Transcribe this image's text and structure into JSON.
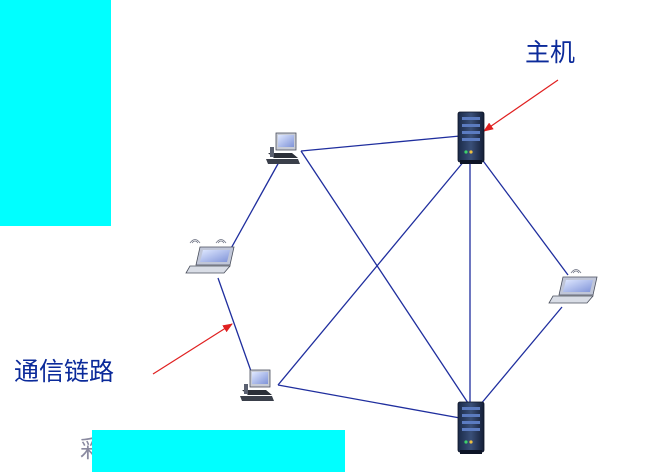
{
  "labels": {
    "host": "主机",
    "link": "通信链路",
    "edge_glyph": "彩"
  },
  "colors": {
    "background": "#ffffff",
    "cyan": "#00ffff",
    "link_line": "#1f2e9e",
    "annotation_arrow": "#e02020",
    "label_text": "#0b2a9a"
  },
  "nodes": [
    {
      "id": "desktop-top",
      "kind": "desktop-icon"
    },
    {
      "id": "laptop-left",
      "kind": "laptop-icon"
    },
    {
      "id": "desktop-bottom",
      "kind": "desktop-icon"
    },
    {
      "id": "server-top",
      "kind": "server-icon"
    },
    {
      "id": "server-bottom",
      "kind": "server-icon"
    },
    {
      "id": "laptop-right",
      "kind": "laptop-icon"
    }
  ],
  "links": [
    {
      "from": "desktop-top",
      "to": "laptop-left"
    },
    {
      "from": "laptop-left",
      "to": "desktop-bottom"
    },
    {
      "from": "desktop-top",
      "to": "server-top"
    },
    {
      "from": "desktop-top",
      "to": "server-bottom"
    },
    {
      "from": "desktop-bottom",
      "to": "server-top"
    },
    {
      "from": "desktop-bottom",
      "to": "server-bottom"
    },
    {
      "from": "server-top",
      "to": "server-bottom"
    },
    {
      "from": "server-top",
      "to": "laptop-right"
    },
    {
      "from": "server-bottom",
      "to": "laptop-right"
    }
  ]
}
